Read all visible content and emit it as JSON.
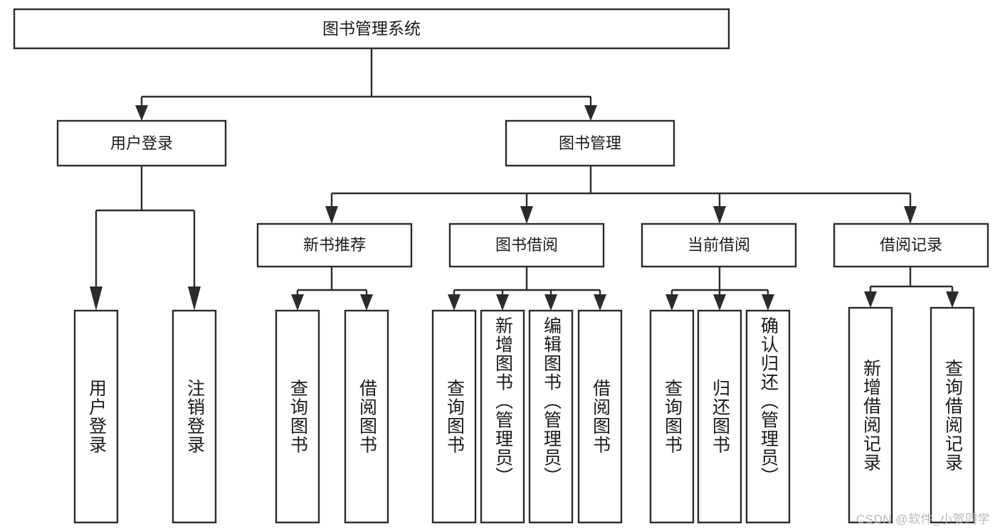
{
  "diagram": {
    "title": "图书管理系统",
    "type": "tree-hierarchy-diagram",
    "watermark": "CSDN @软件_小贺同学",
    "colors": {
      "stroke": "#2b2b2b",
      "fill": "#ffffff",
      "text": "#1a1a1a",
      "watermark": "#b9b9b9",
      "background": "#ffffff"
    },
    "root": {
      "label": "图书管理系统"
    },
    "level2": [
      {
        "label": "用户登录"
      },
      {
        "label": "图书管理"
      }
    ],
    "level3": [
      {
        "label": "新书推荐"
      },
      {
        "label": "图书借阅"
      },
      {
        "label": "当前借阅"
      },
      {
        "label": "借阅记录"
      }
    ],
    "leaves": {
      "user_login": [
        {
          "label": "用户登录"
        },
        {
          "label": "注销登录"
        }
      ],
      "new_book_recommend": [
        {
          "label": "查询图书"
        },
        {
          "label": "借阅图书"
        }
      ],
      "book_borrow": [
        {
          "label": "查询图书"
        },
        {
          "label": "新增图书（管理员）"
        },
        {
          "label": "编辑图书（管理员）"
        },
        {
          "label": "借阅图书"
        }
      ],
      "current_borrow": [
        {
          "label": "查询图书"
        },
        {
          "label": "归还图书"
        },
        {
          "label": "确认归还（管理员）"
        }
      ],
      "borrow_record": [
        {
          "label": "新增借阅记录"
        },
        {
          "label": "查询借阅记录"
        }
      ]
    }
  }
}
